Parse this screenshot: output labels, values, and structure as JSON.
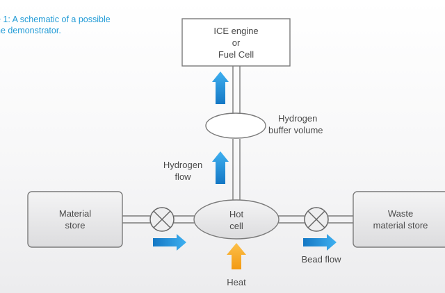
{
  "caption": {
    "line1": "e 1: A schematic of a possible",
    "line2": "he demonstrator."
  },
  "nodes": {
    "engine": {
      "line1": "ICE engine",
      "line2": "or",
      "line3": "Fuel Cell"
    },
    "buffer": {
      "line1": "Hydrogen",
      "line2": "buffer volume"
    },
    "material_store": {
      "line1": "Material",
      "line2": "store"
    },
    "hot_cell": {
      "line1": "Hot",
      "line2": "cell"
    },
    "waste_store": {
      "line1": "Waste",
      "line2": "material store"
    }
  },
  "labels": {
    "hydrogen_flow_1": "Hydrogen",
    "hydrogen_flow_2": "flow",
    "heat": "Heat",
    "bead_flow": "Bead flow"
  },
  "colors": {
    "caption": "#1f9ad6",
    "flow_arrow": "#1e8fd8",
    "heat_arrow": "#f5a623",
    "box_fill": "#e6e6e8",
    "outline": "#777777"
  }
}
